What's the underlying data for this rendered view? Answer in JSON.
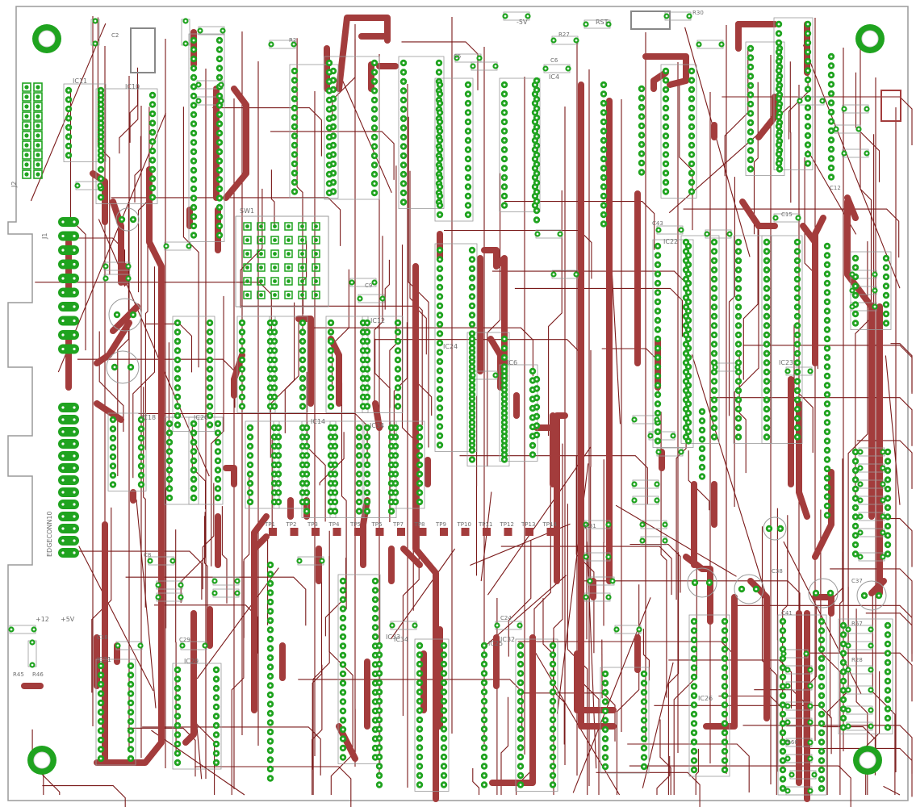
{
  "board": {
    "colors": {
      "background": "#ffffff",
      "outline": "#9a9a9a",
      "trace": "#7a1a1a",
      "power": "#a33c3c",
      "pad": "#1fa31f",
      "pad_hole": "#ffffff",
      "silkscreen": "#6e6e6e",
      "part_outline": "#9a9a9a",
      "mount_ring": "#1fa31f"
    },
    "labels": {
      "ic_top": [
        "IC11",
        "IC10",
        "IC4"
      ],
      "ic_mid": [
        "IC24",
        "IC12",
        "IC6",
        "IC22",
        "IC23"
      ],
      "ic_low": [
        "IC18",
        "IC20",
        "IC14",
        "IC34",
        "IC33",
        "IC32"
      ],
      "ic_bottom": [
        "IC31",
        "IC29",
        "IC26",
        "IC25",
        "IC34"
      ],
      "caps": [
        "C2",
        "C5",
        "C6",
        "C9",
        "C12",
        "C15",
        "C24",
        "C29",
        "C37",
        "C38",
        "C41",
        "C43",
        "C8",
        "C18",
        "C31"
      ],
      "resistors": [
        "R2",
        "R27",
        "R30",
        "R45",
        "R46",
        "R57",
        "R28",
        "R60"
      ],
      "connectors": [
        "J1",
        "J2",
        "SW1",
        "EDGECONN10"
      ],
      "test_points": [
        "TP1",
        "TP2",
        "TP3",
        "TP4",
        "TP5",
        "TP6",
        "TP7",
        "TP8",
        "TP9",
        "TP10",
        "TP11",
        "TP12",
        "TP13",
        "TP14"
      ],
      "top_markers": [
        "RST",
        "-5V",
        "+12",
        "+5V"
      ]
    }
  }
}
